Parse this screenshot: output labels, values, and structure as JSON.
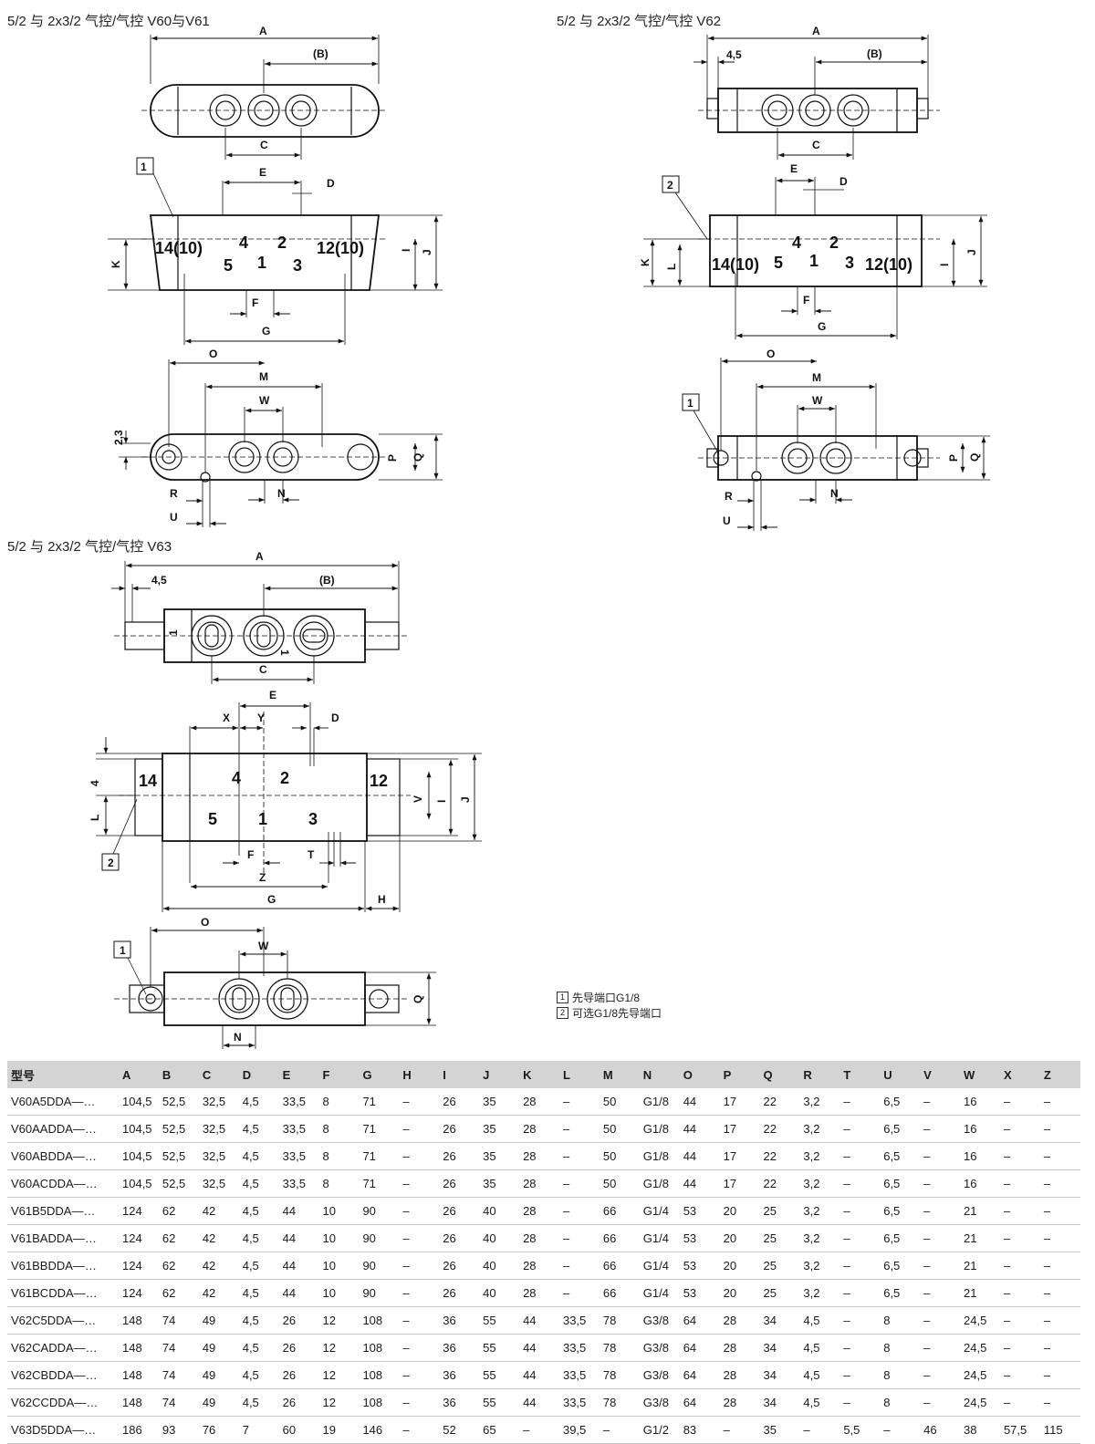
{
  "titles": {
    "v60_v61": "5/2 与 2x3/2 气控/气控 V60与V61",
    "v62": "5/2 与 2x3/2 气控/气控 V62",
    "v63": "5/2 与 2x3/2 气控/气控 V63"
  },
  "dim_labels": {
    "A": "A",
    "B": "(B)",
    "C": "C",
    "D": "D",
    "E": "E",
    "F": "F",
    "G": "G",
    "H": "H",
    "I": "I",
    "J": "J",
    "K": "K",
    "L": "L",
    "M": "M",
    "N": "N",
    "O": "O",
    "P": "P",
    "Q": "Q",
    "R": "R",
    "T": "T",
    "U": "U",
    "V": "V",
    "W": "W",
    "X": "X",
    "Y": "Y",
    "Z": "Z",
    "d45": "4,5",
    "d23": "2,3",
    "d4": "4",
    "d1": "1"
  },
  "port_labels": {
    "p14_10": "14(10)",
    "p12_10": "12(10)",
    "p14": "14",
    "p12": "12",
    "p1": "1",
    "p2": "2",
    "p3": "3",
    "p4": "4",
    "p5": "5"
  },
  "callouts": {
    "c1": "1",
    "c2": "2"
  },
  "legend": [
    {
      "num": "1",
      "text": "先导端口G1/8"
    },
    {
      "num": "2",
      "text": "可选G1/8先导端口"
    }
  ],
  "table": {
    "headers": [
      "型号",
      "A",
      "B",
      "C",
      "D",
      "E",
      "F",
      "G",
      "H",
      "I",
      "J",
      "K",
      "L",
      "M",
      "N",
      "O",
      "P",
      "Q",
      "R",
      "T",
      "U",
      "V",
      "W",
      "X",
      "Z"
    ],
    "rows": [
      [
        "V60A5DDA—…",
        "104,5",
        "52,5",
        "32,5",
        "4,5",
        "33,5",
        "8",
        "71",
        "–",
        "26",
        "35",
        "28",
        "–",
        "50",
        "G1/8",
        "44",
        "17",
        "22",
        "3,2",
        "–",
        "6,5",
        "–",
        "16",
        "–",
        "–"
      ],
      [
        "V60AADDA—…",
        "104,5",
        "52,5",
        "32,5",
        "4,5",
        "33,5",
        "8",
        "71",
        "–",
        "26",
        "35",
        "28",
        "–",
        "50",
        "G1/8",
        "44",
        "17",
        "22",
        "3,2",
        "–",
        "6,5",
        "–",
        "16",
        "–",
        "–"
      ],
      [
        "V60ABDDA—…",
        "104,5",
        "52,5",
        "32,5",
        "4,5",
        "33,5",
        "8",
        "71",
        "–",
        "26",
        "35",
        "28",
        "–",
        "50",
        "G1/8",
        "44",
        "17",
        "22",
        "3,2",
        "–",
        "6,5",
        "–",
        "16",
        "–",
        "–"
      ],
      [
        "V60ACDDA—…",
        "104,5",
        "52,5",
        "32,5",
        "4,5",
        "33,5",
        "8",
        "71",
        "–",
        "26",
        "35",
        "28",
        "–",
        "50",
        "G1/8",
        "44",
        "17",
        "22",
        "3,2",
        "–",
        "6,5",
        "–",
        "16",
        "–",
        "–"
      ],
      [
        "V61B5DDA—…",
        "124",
        "62",
        "42",
        "4,5",
        "44",
        "10",
        "90",
        "–",
        "26",
        "40",
        "28",
        "–",
        "66",
        "G1/4",
        "53",
        "20",
        "25",
        "3,2",
        "–",
        "6,5",
        "–",
        "21",
        "–",
        "–"
      ],
      [
        "V61BADDA—…",
        "124",
        "62",
        "42",
        "4,5",
        "44",
        "10",
        "90",
        "–",
        "26",
        "40",
        "28",
        "–",
        "66",
        "G1/4",
        "53",
        "20",
        "25",
        "3,2",
        "–",
        "6,5",
        "–",
        "21",
        "–",
        "–"
      ],
      [
        "V61BBDDA—…",
        "124",
        "62",
        "42",
        "4,5",
        "44",
        "10",
        "90",
        "–",
        "26",
        "40",
        "28",
        "–",
        "66",
        "G1/4",
        "53",
        "20",
        "25",
        "3,2",
        "–",
        "6,5",
        "–",
        "21",
        "–",
        "–"
      ],
      [
        "V61BCDDA—…",
        "124",
        "62",
        "42",
        "4,5",
        "44",
        "10",
        "90",
        "–",
        "26",
        "40",
        "28",
        "–",
        "66",
        "G1/4",
        "53",
        "20",
        "25",
        "3,2",
        "–",
        "6,5",
        "–",
        "21",
        "–",
        "–"
      ],
      [
        "V62C5DDA—…",
        "148",
        "74",
        "49",
        "4,5",
        "26",
        "12",
        "108",
        "–",
        "36",
        "55",
        "44",
        "33,5",
        "78",
        "G3/8",
        "64",
        "28",
        "34",
        "4,5",
        "–",
        "8",
        "–",
        "24,5",
        "–",
        "–"
      ],
      [
        "V62CADDA—…",
        "148",
        "74",
        "49",
        "4,5",
        "26",
        "12",
        "108",
        "–",
        "36",
        "55",
        "44",
        "33,5",
        "78",
        "G3/8",
        "64",
        "28",
        "34",
        "4,5",
        "–",
        "8",
        "–",
        "24,5",
        "–",
        "–"
      ],
      [
        "V62CBDDA—…",
        "148",
        "74",
        "49",
        "4,5",
        "26",
        "12",
        "108",
        "–",
        "36",
        "55",
        "44",
        "33,5",
        "78",
        "G3/8",
        "64",
        "28",
        "34",
        "4,5",
        "–",
        "8",
        "–",
        "24,5",
        "–",
        "–"
      ],
      [
        "V62CCDDA—…",
        "148",
        "74",
        "49",
        "4,5",
        "26",
        "12",
        "108",
        "–",
        "36",
        "55",
        "44",
        "33,5",
        "78",
        "G3/8",
        "64",
        "28",
        "34",
        "4,5",
        "–",
        "8",
        "–",
        "24,5",
        "–",
        "–"
      ],
      [
        "V63D5DDA—…",
        "186",
        "93",
        "76",
        "7",
        "60",
        "19",
        "146",
        "–",
        "52",
        "65",
        "–",
        "39,5",
        "–",
        "G1/2",
        "83",
        "–",
        "35",
        "–",
        "5,5",
        "–",
        "46",
        "38",
        "57,5",
        "115"
      ]
    ]
  }
}
